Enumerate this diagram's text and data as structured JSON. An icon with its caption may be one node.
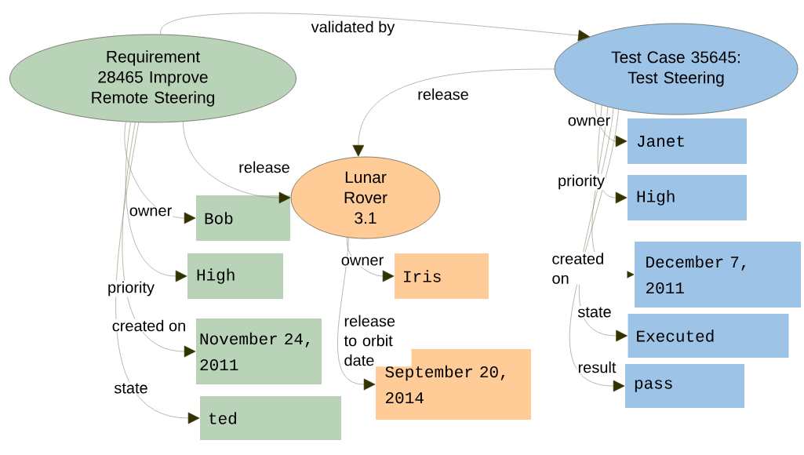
{
  "diagram": {
    "nodes": [
      {
        "text": [
          "Requirement 28465 Improve Remote Steering"
        ]
      },
      {
        "text": [
          "Test Case 35645: Test Steering"
        ]
      },
      {
        "text": [
          "Lunar Rover 3.1"
        ]
      },
      {
        "text": [
          "Bob"
        ]
      },
      {
        "text": [
          "High"
        ]
      },
      {
        "text": [
          "November 24, 2011"
        ]
      },
      {
        "text": [
          "ted"
        ]
      },
      {
        "text": [
          "Iris"
        ]
      },
      {
        "text": [
          "September 20, 2014"
        ]
      },
      {
        "text": [
          "Janet"
        ]
      },
      {
        "text": [
          "High"
        ]
      },
      {
        "text": [
          "December 7, 2011"
        ]
      },
      {
        "text": [
          "Executed"
        ]
      },
      {
        "text": [
          "pass"
        ]
      }
    ],
    "edges": [
      {
        "from": 0,
        "to": 1,
        "arrow": "to",
        "label": "validated by"
      },
      {
        "from": 0,
        "to": 2,
        "arrow": "to",
        "label": "release"
      },
      {
        "from": 1,
        "to": 2,
        "arrow": "to",
        "label": "release"
      },
      {
        "from": 0,
        "to": 3,
        "arrow": "to",
        "label": "owner"
      },
      {
        "from": 0,
        "to": 4,
        "arrow": "to",
        "label": "priority"
      },
      {
        "from": 0,
        "to": 5,
        "arrow": "to",
        "label": "created on"
      },
      {
        "from": 0,
        "to": 6,
        "arrow": "to",
        "label": "state"
      },
      {
        "from": 2,
        "to": 7,
        "arrow": "to",
        "label": "owner"
      },
      {
        "from": 2,
        "to": 8,
        "arrow": "to",
        "label": "release to orbit date"
      },
      {
        "from": 1,
        "to": 9,
        "arrow": "to",
        "label": "owner"
      },
      {
        "from": 1,
        "to": 10,
        "arrow": "to",
        "label": "priority"
      },
      {
        "from": 1,
        "to": 11,
        "arrow": "to",
        "label": "created on"
      },
      {
        "from": 1,
        "to": 12,
        "arrow": "to",
        "label": "state"
      },
      {
        "from": 1,
        "to": 13,
        "arrow": "to",
        "label": "result"
      }
    ]
  }
}
